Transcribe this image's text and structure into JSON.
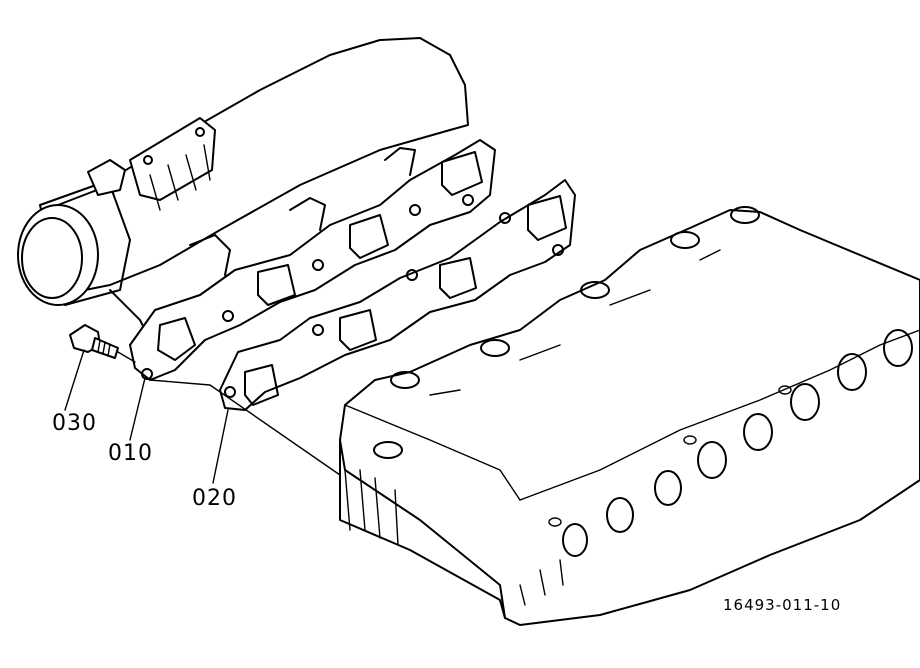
{
  "callouts": [
    {
      "id": "bolt",
      "label": "030"
    },
    {
      "id": "manifold-gasket",
      "label": "010"
    },
    {
      "id": "head-gasket",
      "label": "020"
    }
  ],
  "drawing_number": "16493-011-10",
  "colors": {
    "line": "#000000",
    "background": "#ffffff"
  }
}
